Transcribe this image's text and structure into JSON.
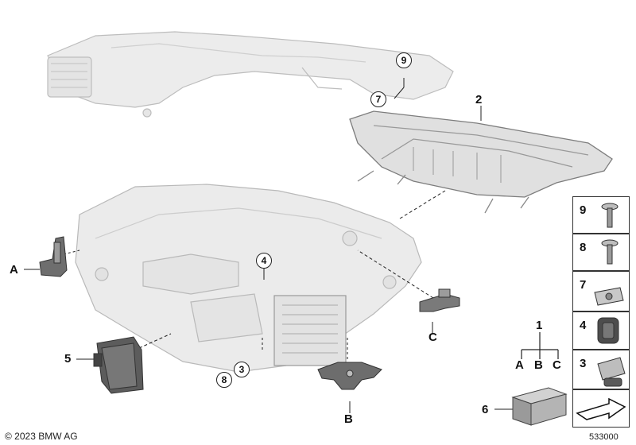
{
  "labels": {
    "part_A": "A",
    "part_B": "B",
    "part_C": "C",
    "part_1": "1",
    "part_2": "2",
    "part_3": "3",
    "part_4": "4",
    "part_5": "5",
    "part_6": "6",
    "part_7": "7",
    "part_8": "8",
    "part_9": "9",
    "kit_A": "A",
    "kit_B": "B",
    "kit_C": "C"
  },
  "legend": [
    {
      "num": "9",
      "icon": "torx-screw-icon"
    },
    {
      "num": "8",
      "icon": "hex-screw-icon"
    },
    {
      "num": "7",
      "icon": "clip-nut-icon"
    },
    {
      "num": "4",
      "icon": "adjuster-icon"
    },
    {
      "num": "3",
      "icon": "repair-kit-icon"
    },
    {
      "num": "",
      "icon": "arrow-icon"
    }
  ],
  "footer": {
    "copyright": "© 2023 BMW AG",
    "diagram_number": "533000"
  }
}
